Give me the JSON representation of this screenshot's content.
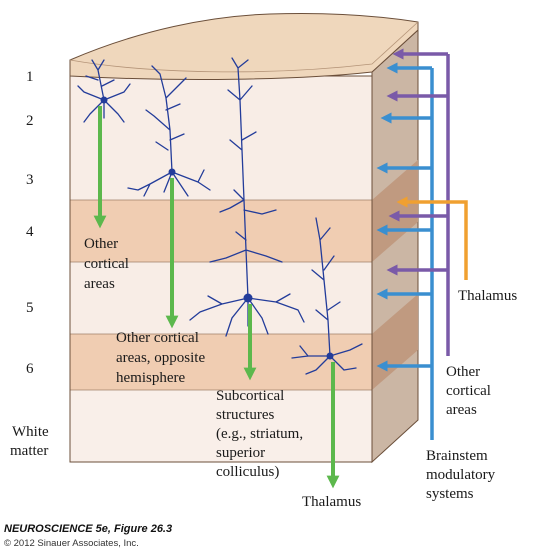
{
  "layers": {
    "l1": "1",
    "l2": "2",
    "l3": "3",
    "l4": "4",
    "l5": "5",
    "l6": "6",
    "wm1": "White",
    "wm2": "matter"
  },
  "outputs": {
    "other_cortical": [
      "Other",
      "cortical",
      "areas"
    ],
    "opposite_hemisphere": [
      "Other cortical",
      "areas, opposite",
      "hemisphere"
    ],
    "subcortical": [
      "Subcortical",
      "structures",
      "(e.g., striatum,",
      "superior",
      "colliculus)"
    ],
    "thalamus": "Thalamus"
  },
  "inputs": {
    "thalamus": "Thalamus",
    "other_cortical": [
      "Other",
      "cortical",
      "areas"
    ],
    "brainstem": [
      "Brainstem",
      "modulatory",
      "systems"
    ]
  },
  "colors": {
    "output_arrow": "#5cb84c",
    "thalamus_input": "#f0a030",
    "cortical_input": "#7a5aa8",
    "brainstem_input": "#3a8fd0",
    "neuron": "#233c9a",
    "layer_band": "#f0cdb2"
  },
  "caption": {
    "title": "NEUROSCIENCE 5e, Figure 26.3",
    "copyright": "© 2012 Sinauer Associates, Inc."
  }
}
